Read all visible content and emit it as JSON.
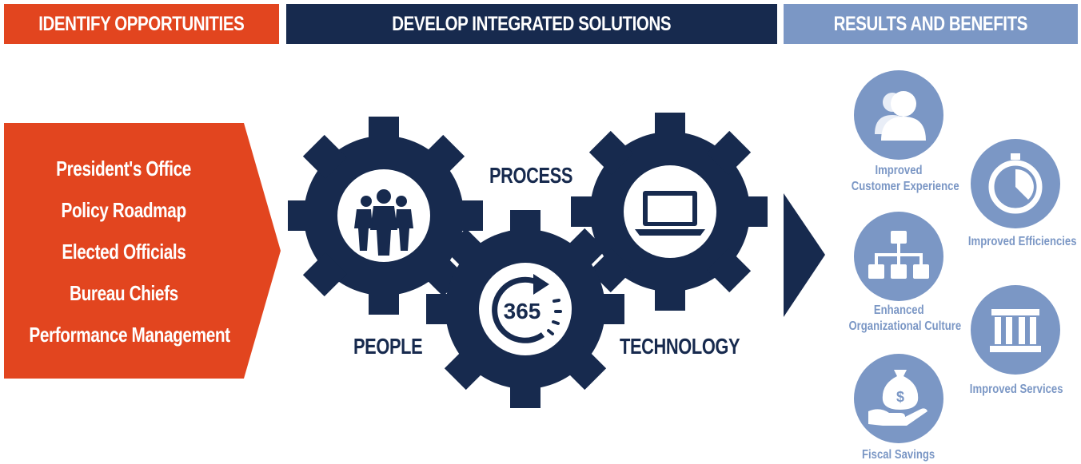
{
  "headers": {
    "identify": "IDENTIFY OPPORTUNITIES",
    "develop": "DEVELOP INTEGRATED SOLUTIONS",
    "results": "RESULTS AND BENEFITS"
  },
  "opportunities": [
    "President's Office",
    "Policy Roadmap",
    "Elected Officials",
    "Bureau Chiefs",
    "Performance Management"
  ],
  "gears": {
    "process": "PROCESS",
    "people": "PEOPLE",
    "technology": "TECHNOLOGY",
    "center_number": "365"
  },
  "benefits": {
    "customer_experience": [
      "Improved",
      "Customer Experience"
    ],
    "efficiencies": "Improved Efficiencies",
    "organizational_culture": [
      "Enhanced",
      "Organizational Culture"
    ],
    "services": "Improved Services",
    "fiscal_savings": "Fiscal Savings"
  },
  "colors": {
    "orange": "#e2451f",
    "navy": "#172a4e",
    "light_blue": "#7b97c5"
  },
  "icons": {
    "people_gear": "group-of-people-icon",
    "process_gear": "365-cycle-icon",
    "technology_gear": "laptop-icon",
    "customer_experience": "users-icon",
    "efficiencies": "stopwatch-icon",
    "organizational_culture": "org-chart-icon",
    "services": "government-building-icon",
    "fiscal_savings": "money-bag-hand-icon"
  }
}
